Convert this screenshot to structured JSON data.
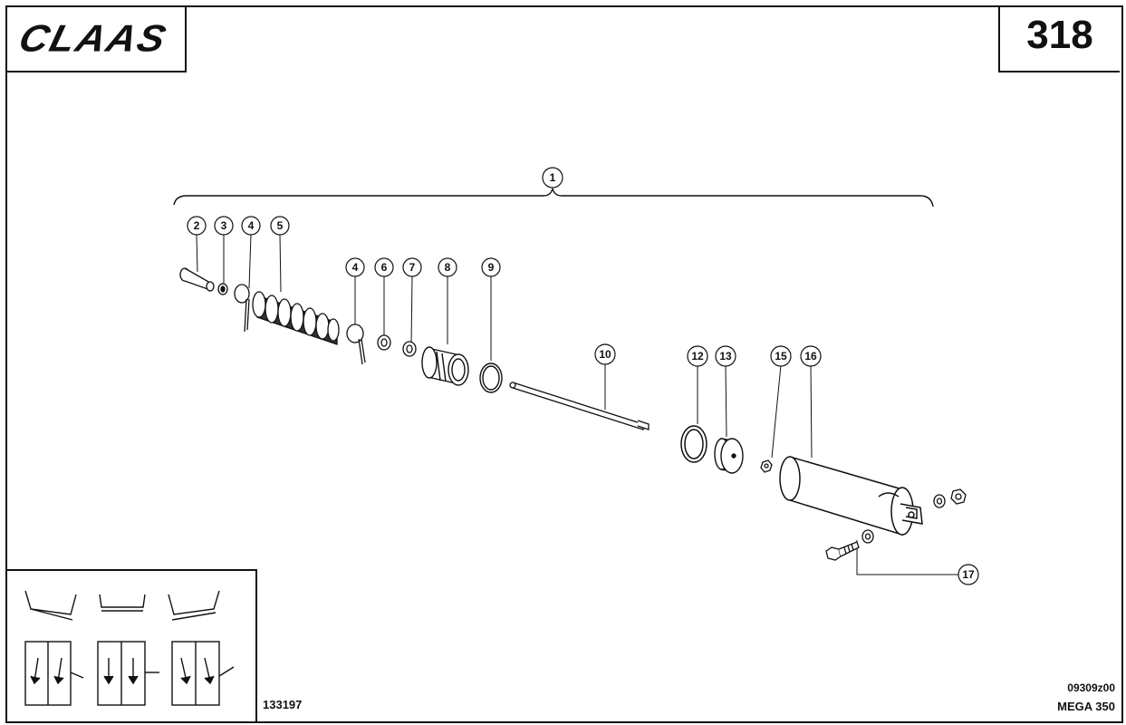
{
  "header": {
    "brand": "CLAAS",
    "page_number": "318"
  },
  "callouts": [
    "1",
    "2",
    "3",
    "4",
    "5",
    "4",
    "6",
    "7",
    "8",
    "9",
    "10",
    "12",
    "13",
    "15",
    "16",
    "17"
  ],
  "footer": {
    "left_ref": "133197",
    "right_ref_code": "09309z00",
    "right_model": "MEGA 350"
  }
}
